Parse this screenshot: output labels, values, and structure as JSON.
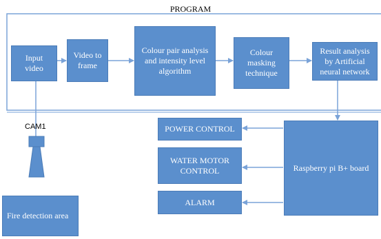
{
  "title": "PROGRAM",
  "blocks": {
    "input_video": "Input\nvideo",
    "video_to_frame": "Video to\nframe",
    "colour_pair": "Colour pair analysis\nand intensity level\nalgorithm",
    "colour_masking": "Colour\nmasking\ntechnique",
    "result_analysis": "Result analysis\nby Artificial\nneural network",
    "power_control": "POWER   CONTROL",
    "water_motor": "WATER MOTOR\nCONTROL",
    "alarm": "ALARM",
    "raspberry": "Raspberry pi B+ board",
    "fire_area": "Fire  detection area"
  },
  "camera": {
    "label": "CAM1"
  },
  "colors": {
    "box_fill": "#5b8fcd",
    "box_border": "#4a7bb7",
    "line": "#7aa3d8"
  }
}
